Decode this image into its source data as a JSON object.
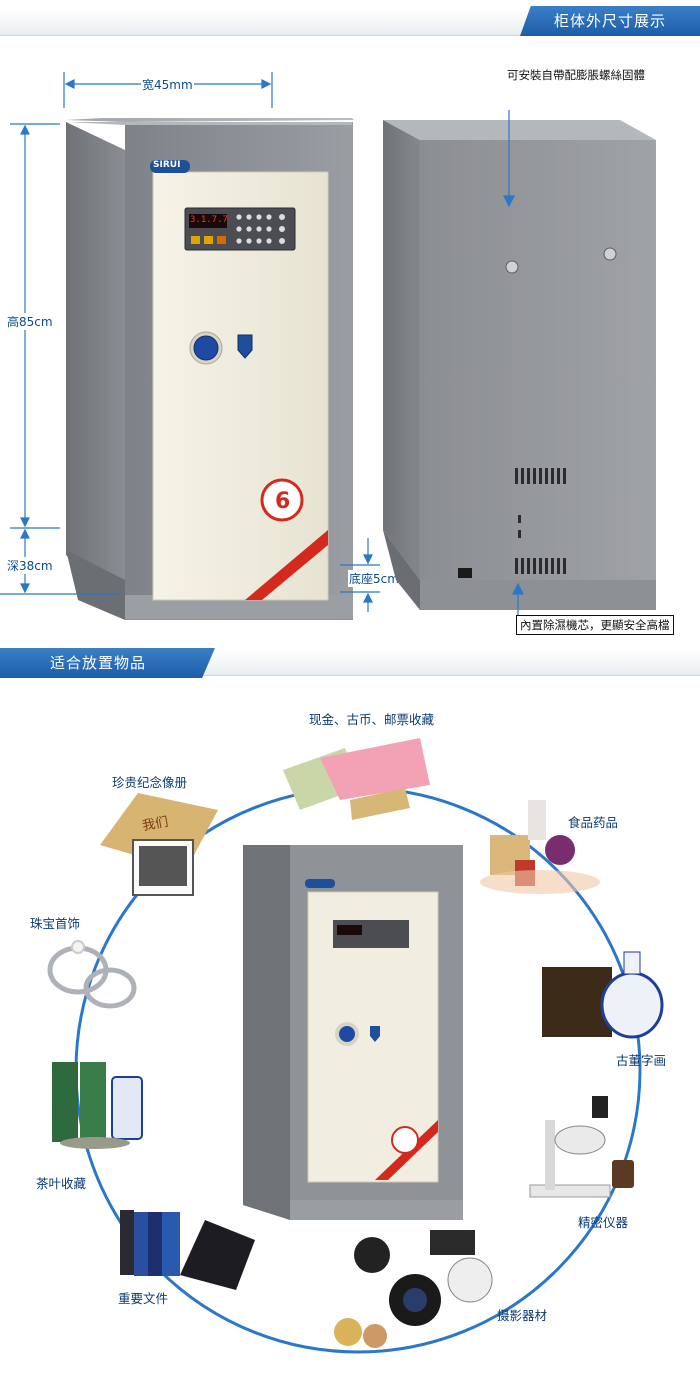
{
  "section1": {
    "title": "柜体外尺寸展示",
    "dims": {
      "width": "宽45mm",
      "height": "高85cm",
      "depth": "深38cm",
      "base": "底座5cm"
    },
    "notes": {
      "bolt": "可安裝自帶配膨脹螺絲固體",
      "dehumidifier": "內置除濕機芯，更顯安全高檔"
    },
    "brand": "SIRUI",
    "display_digits": "3.1.7.7",
    "badge_number": "6"
  },
  "section2": {
    "title": "适合放置物品",
    "items": [
      {
        "label": "现金、古币、邮票收藏",
        "icon": "money-icon"
      },
      {
        "label": "食品药品",
        "icon": "medicine-icon"
      },
      {
        "label": "古董字画",
        "icon": "antique-vase-icon"
      },
      {
        "label": "精密仪器",
        "icon": "microscope-icon"
      },
      {
        "label": "摄影器材",
        "icon": "camera-lens-icon"
      },
      {
        "label": "重要文件",
        "icon": "folder-icon"
      },
      {
        "label": "茶叶收藏",
        "icon": "tea-can-icon"
      },
      {
        "label": "珠宝首饰",
        "icon": "ring-icon"
      },
      {
        "label": "珍贵纪念像册",
        "icon": "photo-album-icon"
      }
    ],
    "album_text": "我们"
  },
  "colors": {
    "accent": "#1d5da8",
    "cabinet": "#8e9196",
    "door": "#f1eee1",
    "dim_line": "#2b78c8"
  }
}
